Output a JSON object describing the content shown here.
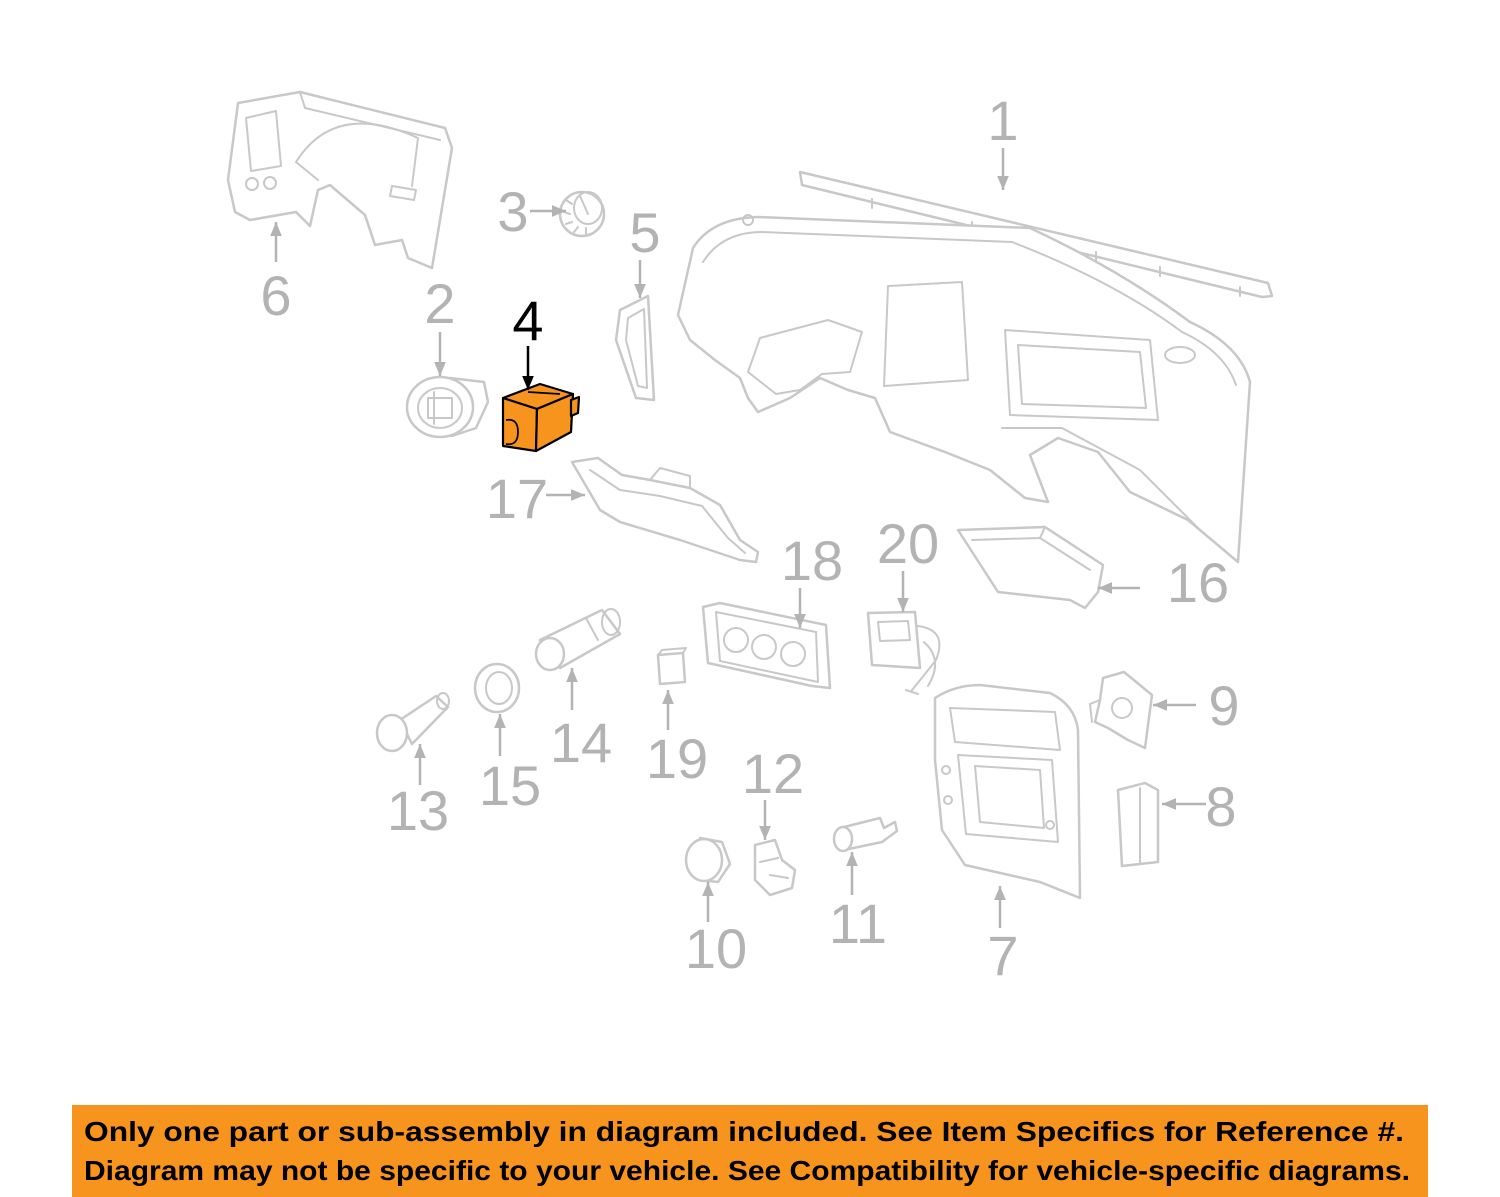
{
  "diagram": {
    "callout_labels": [
      "1",
      "2",
      "3",
      "4",
      "5",
      "6",
      "7",
      "8",
      "9",
      "10",
      "11",
      "12",
      "13",
      "14",
      "15",
      "16",
      "17",
      "18",
      "19",
      "20"
    ]
  },
  "banner": {
    "lines": [
      "Only one part or sub-assembly in diagram included. See Item Specifics for Reference #.",
      "Diagram may not be specific to your vehicle. See Compatibility for vehicle-specific diagrams."
    ]
  },
  "colors": {
    "highlight": "#F7941D",
    "banner_background": "#F7941D",
    "part_outline": "#C8C8C8",
    "callout_label": "#B3B3B3",
    "active_callout": "#000000"
  }
}
